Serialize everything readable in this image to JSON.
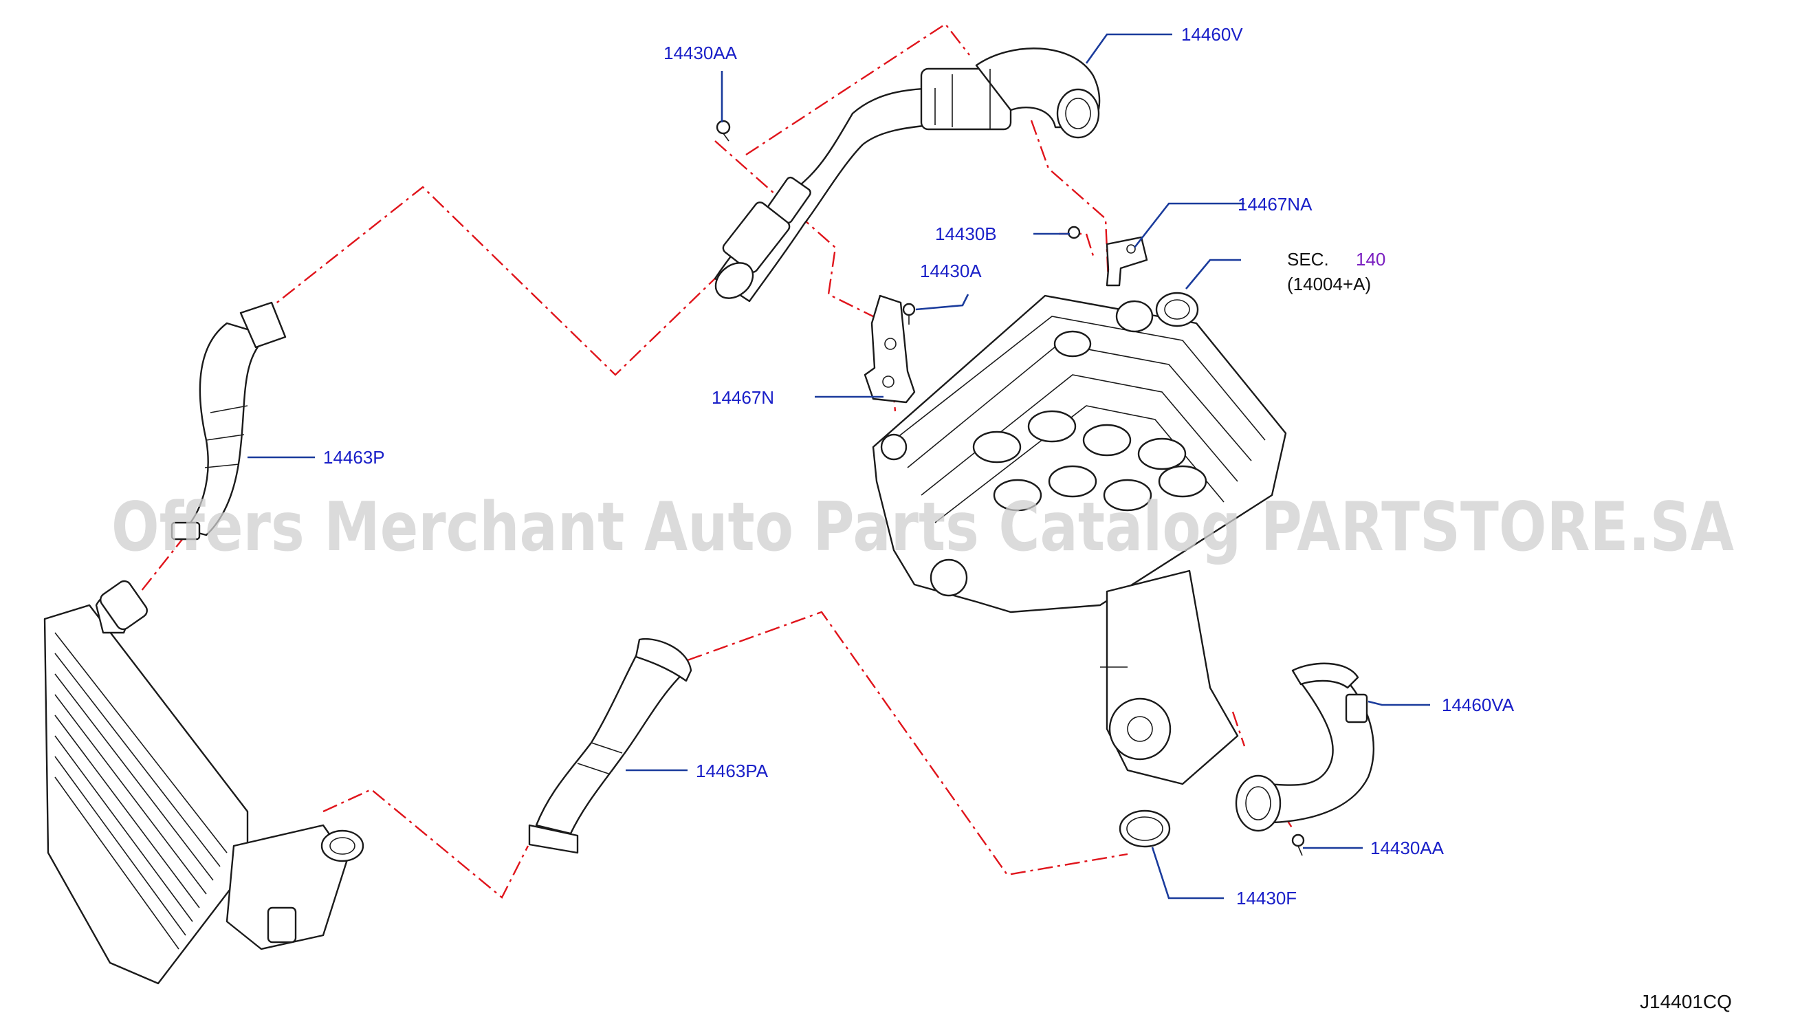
{
  "labels": {
    "p14460V": "14460V",
    "p14430AA_top": "14430AA",
    "p14467NA": "14467NA",
    "p14430B": "14430B",
    "p14430A": "14430A",
    "sec": "SEC.",
    "sec_num": "140",
    "sec_ref": "(14004+A)",
    "p14467N": "14467N",
    "p14463P": "14463P",
    "p14463PA": "14463PA",
    "p14460VA": "14460VA",
    "p14430AA_bottom": "14430AA",
    "p14430F": "14430F"
  },
  "diagram_code": "J14401CQ",
  "watermark": "Offers Merchant Auto Parts Catalog PARTSTORE.SA",
  "colors": {
    "label_blue": "#1a20c8",
    "leader_blue": "#1a3b9c",
    "dash_red": "#e0141b",
    "section_purple": "#7a1fc0",
    "watermark_gray": "#cfcfcf"
  }
}
